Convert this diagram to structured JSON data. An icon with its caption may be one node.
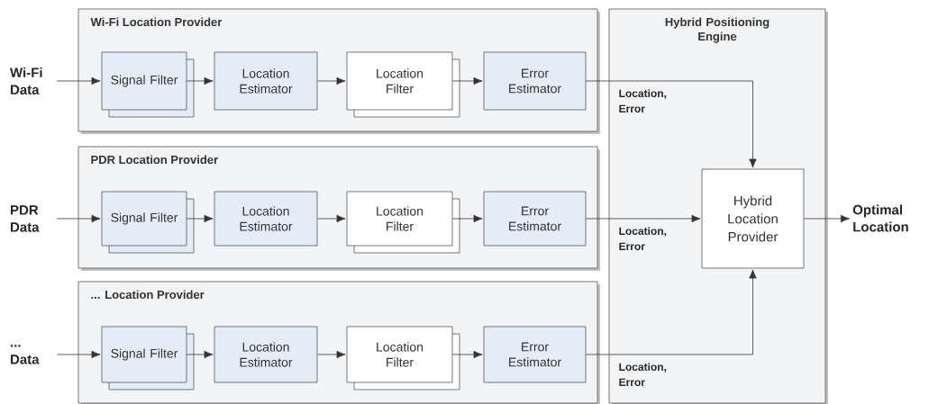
{
  "diagram": {
    "nodes": [
      {
        "text": [
          "Wi-Fi Location Provider"
        ]
      },
      {
        "text": [
          "Signal Filter"
        ],
        "in": 0
      },
      {
        "text": [
          "Location Estimator"
        ],
        "in": 0
      },
      {
        "text": [
          "Location Filter"
        ],
        "in": 0
      },
      {
        "text": [
          "Error Estimator"
        ],
        "in": 0
      },
      {
        "text": [
          "PDR Location Provider"
        ]
      },
      {
        "text": [
          "Signal Filter"
        ],
        "in": 5
      },
      {
        "text": [
          "Location Estimator"
        ],
        "in": 5
      },
      {
        "text": [
          "Location Filter"
        ],
        "in": 5
      },
      {
        "text": [
          "Error Estimator"
        ],
        "in": 5
      },
      {
        "text": [
          "... Location Provider"
        ]
      },
      {
        "text": [
          "Signal Filter"
        ],
        "in": 10
      },
      {
        "text": [
          "Location Estimator"
        ],
        "in": 10
      },
      {
        "text": [
          "Location Filter"
        ],
        "in": 10
      },
      {
        "text": [
          "Error Estimator"
        ],
        "in": 10
      },
      {
        "text": [
          "Hybrid Positioning Engine"
        ]
      },
      {
        "text": [
          "Hybrid Location Provider"
        ],
        "in": 15
      },
      {
        "text": [
          "Wi-Fi Data"
        ]
      },
      {
        "text": [
          "PDR Data"
        ]
      },
      {
        "text": [
          "... Data"
        ]
      },
      {
        "text": [
          "Optimal Location"
        ]
      }
    ],
    "edges": [
      {
        "from": 17,
        "to": 1,
        "arrow": "to"
      },
      {
        "from": 1,
        "to": 2,
        "arrow": "to"
      },
      {
        "from": 2,
        "to": 3,
        "arrow": "to"
      },
      {
        "from": 3,
        "to": 4,
        "arrow": "to"
      },
      {
        "from": 4,
        "to": 16,
        "arrow": "to",
        "label": "Location, Error"
      },
      {
        "from": 18,
        "to": 6,
        "arrow": "to"
      },
      {
        "from": 6,
        "to": 7,
        "arrow": "to"
      },
      {
        "from": 7,
        "to": 8,
        "arrow": "to"
      },
      {
        "from": 8,
        "to": 9,
        "arrow": "to"
      },
      {
        "from": 9,
        "to": 16,
        "arrow": "to",
        "label": "Location, Error"
      },
      {
        "from": 19,
        "to": 11,
        "arrow": "to"
      },
      {
        "from": 11,
        "to": 12,
        "arrow": "to"
      },
      {
        "from": 12,
        "to": 13,
        "arrow": "to"
      },
      {
        "from": 13,
        "to": 14,
        "arrow": "to"
      },
      {
        "from": 14,
        "to": 16,
        "arrow": "to",
        "label": "Location, Error"
      },
      {
        "from": 16,
        "to": 20,
        "arrow": "to"
      }
    ]
  }
}
